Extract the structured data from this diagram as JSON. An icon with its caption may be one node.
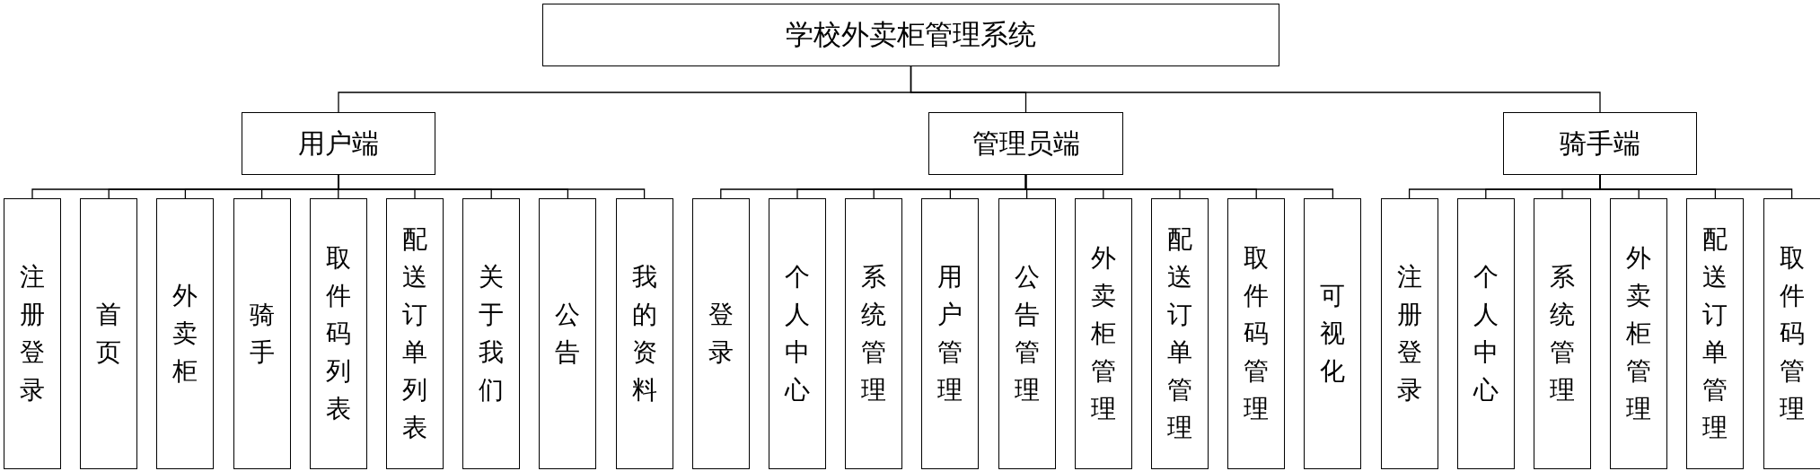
{
  "diagram": {
    "nodes": [
      {
        "text": [
          "学校外卖柜管理系统"
        ]
      },
      {
        "text": [
          "用户端"
        ]
      },
      {
        "text": [
          "管理员端"
        ]
      },
      {
        "text": [
          "骑手端"
        ]
      },
      {
        "text": [
          "注册登录"
        ]
      },
      {
        "text": [
          "首页"
        ]
      },
      {
        "text": [
          "外卖柜"
        ]
      },
      {
        "text": [
          "骑手"
        ]
      },
      {
        "text": [
          "取件码列表"
        ]
      },
      {
        "text": [
          "配送订单列表"
        ]
      },
      {
        "text": [
          "关于我们"
        ]
      },
      {
        "text": [
          "公告"
        ]
      },
      {
        "text": [
          "我的资料"
        ]
      },
      {
        "text": [
          "登录"
        ]
      },
      {
        "text": [
          "个人中心"
        ]
      },
      {
        "text": [
          "系统管理"
        ]
      },
      {
        "text": [
          "用户管理"
        ]
      },
      {
        "text": [
          "公告管理"
        ]
      },
      {
        "text": [
          "外卖柜管理"
        ]
      },
      {
        "text": [
          "配送订单管理"
        ]
      },
      {
        "text": [
          "取件码管理"
        ]
      },
      {
        "text": [
          "可视化"
        ]
      },
      {
        "text": [
          "注册登录"
        ]
      },
      {
        "text": [
          "个人中心"
        ]
      },
      {
        "text": [
          "系统管理"
        ]
      },
      {
        "text": [
          "外卖柜管理"
        ]
      },
      {
        "text": [
          "配送订单管理"
        ]
      },
      {
        "text": [
          "取件码管理"
        ]
      }
    ],
    "edges": [
      {
        "from": 0,
        "to": 1,
        "arrow": "none"
      },
      {
        "from": 0,
        "to": 2,
        "arrow": "none"
      },
      {
        "from": 0,
        "to": 3,
        "arrow": "none"
      },
      {
        "from": 1,
        "to": 4,
        "arrow": "none"
      },
      {
        "from": 1,
        "to": 5,
        "arrow": "none"
      },
      {
        "from": 1,
        "to": 6,
        "arrow": "none"
      },
      {
        "from": 1,
        "to": 7,
        "arrow": "none"
      },
      {
        "from": 1,
        "to": 8,
        "arrow": "none"
      },
      {
        "from": 1,
        "to": 9,
        "arrow": "none"
      },
      {
        "from": 1,
        "to": 10,
        "arrow": "none"
      },
      {
        "from": 1,
        "to": 11,
        "arrow": "none"
      },
      {
        "from": 1,
        "to": 12,
        "arrow": "none"
      },
      {
        "from": 2,
        "to": 13,
        "arrow": "none"
      },
      {
        "from": 2,
        "to": 14,
        "arrow": "none"
      },
      {
        "from": 2,
        "to": 15,
        "arrow": "none"
      },
      {
        "from": 2,
        "to": 16,
        "arrow": "none"
      },
      {
        "from": 2,
        "to": 17,
        "arrow": "none"
      },
      {
        "from": 2,
        "to": 18,
        "arrow": "none"
      },
      {
        "from": 2,
        "to": 19,
        "arrow": "none"
      },
      {
        "from": 2,
        "to": 20,
        "arrow": "none"
      },
      {
        "from": 2,
        "to": 21,
        "arrow": "none"
      },
      {
        "from": 3,
        "to": 22,
        "arrow": "none"
      },
      {
        "from": 3,
        "to": 23,
        "arrow": "none"
      },
      {
        "from": 3,
        "to": 24,
        "arrow": "none"
      },
      {
        "from": 3,
        "to": 25,
        "arrow": "none"
      },
      {
        "from": 3,
        "to": 26,
        "arrow": "none"
      },
      {
        "from": 3,
        "to": 27,
        "arrow": "none"
      }
    ]
  }
}
